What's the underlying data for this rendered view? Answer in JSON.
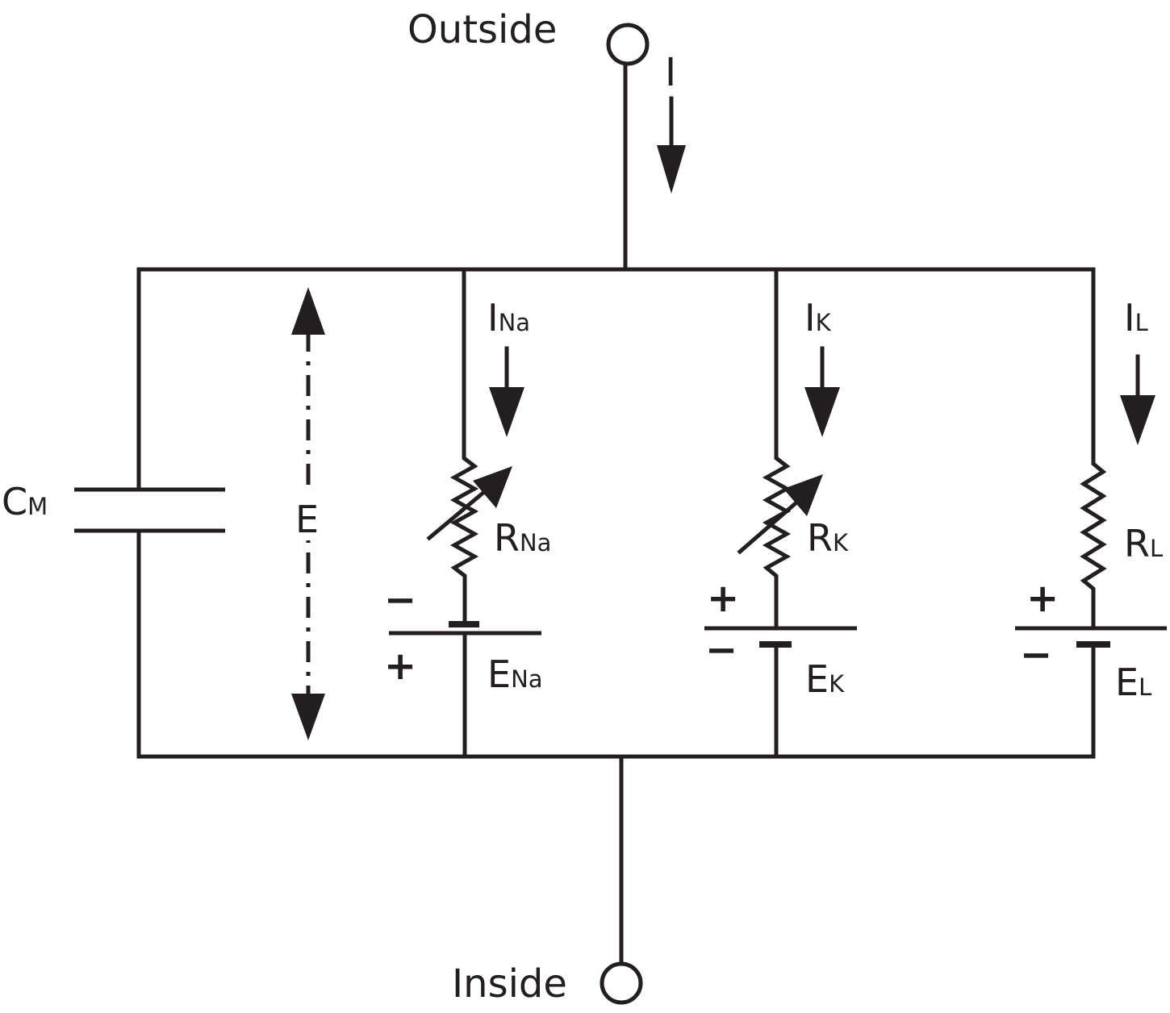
{
  "terminals": {
    "outside": "Outside",
    "inside": "Inside"
  },
  "current": {
    "total": "I"
  },
  "capacitor": {
    "label": "C",
    "subscript": "M"
  },
  "membrane_voltage": {
    "label": "E"
  },
  "branches": {
    "sodium": {
      "current": "I",
      "current_sub": "Na",
      "resistor": "R",
      "resistor_sub": "Na",
      "battery": "E",
      "battery_sub": "Na",
      "sign_top": "−",
      "sign_bottom": "+"
    },
    "potassium": {
      "current": "I",
      "current_sub": "K",
      "resistor": "R",
      "resistor_sub": "K",
      "battery": "E",
      "battery_sub": "K",
      "sign_top": "+",
      "sign_bottom": "−"
    },
    "leak": {
      "current": "I",
      "current_sub": "L",
      "resistor": "R",
      "resistor_sub": "L",
      "battery": "E",
      "battery_sub": "L",
      "sign_top": "+",
      "sign_bottom": "−"
    }
  }
}
